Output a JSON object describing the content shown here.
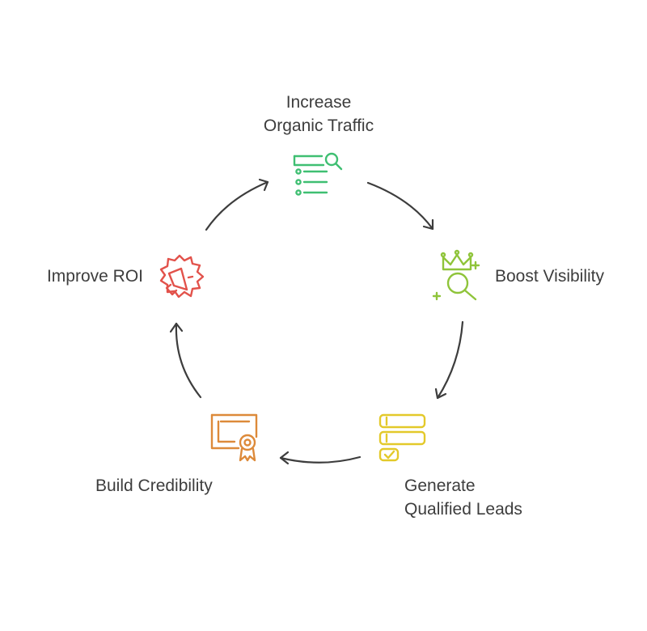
{
  "steps": [
    {
      "id": "organic-traffic",
      "lines": [
        "Increase",
        "Organic Traffic"
      ],
      "icon": "search-list-icon",
      "color": "#3fbf72"
    },
    {
      "id": "visibility",
      "lines": [
        "Boost Visibility"
      ],
      "icon": "crown-magnifier-icon",
      "color": "#8fc43a"
    },
    {
      "id": "leads",
      "lines": [
        "Generate",
        "Qualified Leads"
      ],
      "icon": "stacked-list-check-icon",
      "color": "#e3c92a"
    },
    {
      "id": "credibility",
      "lines": [
        "Build Credibility"
      ],
      "icon": "certificate-icon",
      "color": "#dd8a3a"
    },
    {
      "id": "roi",
      "lines": [
        "Improve ROI"
      ],
      "icon": "megaphone-badge-icon",
      "color": "#e2524b"
    }
  ],
  "arrow_color": "#3d3d3d"
}
